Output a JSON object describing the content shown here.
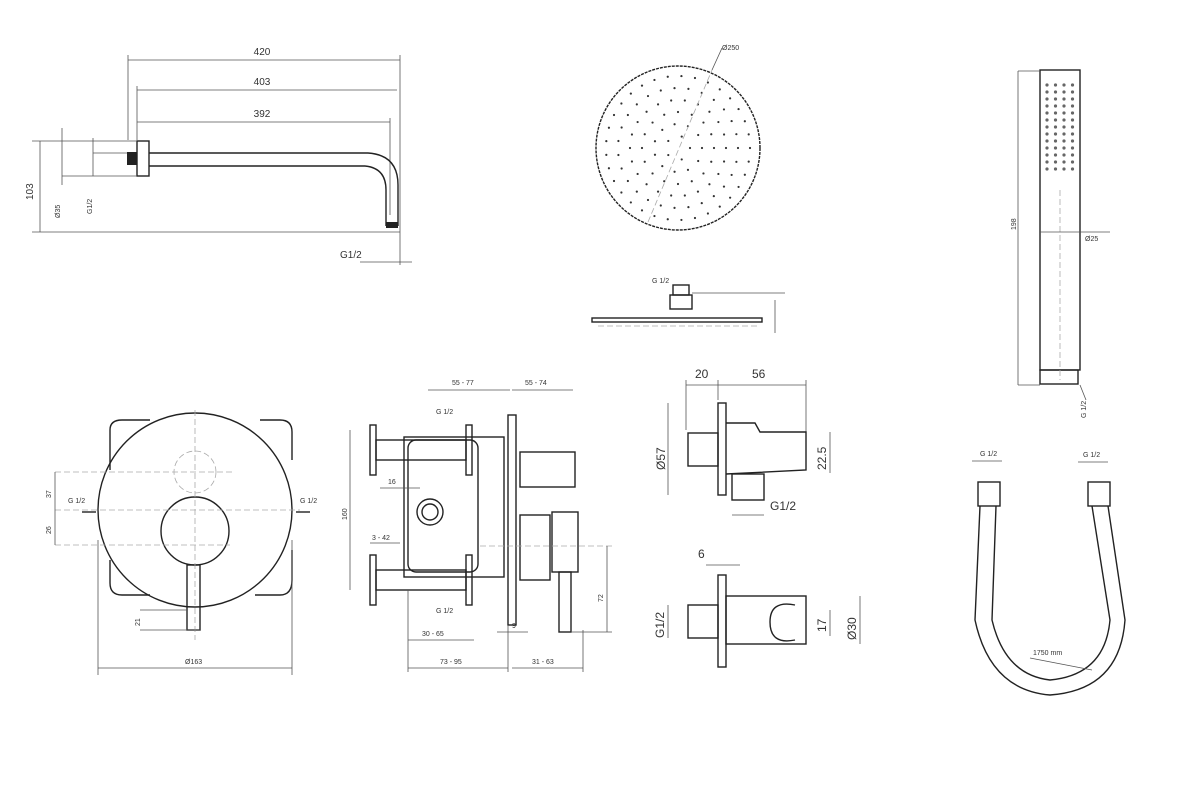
{
  "shower_arm": {
    "len_420": "420",
    "len_403": "403",
    "len_392": "392",
    "height_103": "103",
    "dia_35": "Ø35",
    "thread_wall": "G1/2",
    "thread_outlet": "G1/2"
  },
  "shower_head": {
    "diameter": "Ø250",
    "side_thread": "G 1/2"
  },
  "hand_shower": {
    "length": "198",
    "diameter": "Ø25",
    "thread": "G 1/2"
  },
  "mixer_front": {
    "dim_37": "37",
    "dim_26": "26",
    "inlet_left": "G 1/2",
    "inlet_right": "G 1/2",
    "dim_21": "21",
    "diameter": "Ø163"
  },
  "mixer_body": {
    "top_left": "55 - 77",
    "top_right": "55 - 74",
    "outlet_top": "G 1/2",
    "dim_16": "16",
    "height": "160",
    "range_3_42": "3 - 42",
    "outlet_bottom": "G 1/2",
    "range_30_65": "30 - 65",
    "range_73_95": "73 - 95",
    "range_31_63": "31 - 63",
    "dim_72": "72",
    "dim_9": "9"
  },
  "wall_outlet": {
    "dim_20": "20",
    "dim_56": "56",
    "dia_57": "Ø57",
    "dim_22_5": "22.5",
    "thread": "G1/2"
  },
  "holder": {
    "dim_6": "6",
    "thread": "G1/2",
    "dim_17": "17",
    "dia_30": "Ø30"
  },
  "hose": {
    "thread_left": "G 1/2",
    "thread_right": "G 1/2",
    "length": "1750 mm"
  }
}
